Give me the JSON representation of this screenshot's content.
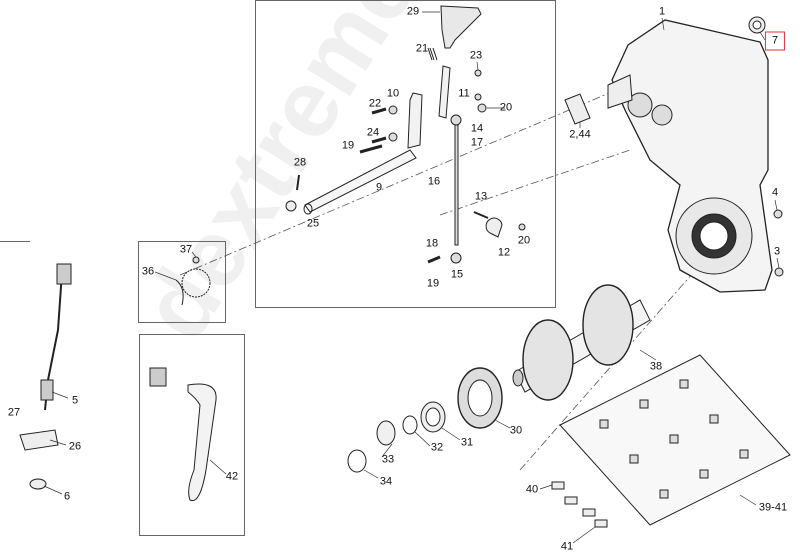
{
  "diagram": {
    "watermark": "dextremetife.r",
    "highlight_color": "#e0303a",
    "callouts": [
      {
        "id": "29",
        "text": "29"
      },
      {
        "id": "21",
        "text": "21"
      },
      {
        "id": "23",
        "text": "23"
      },
      {
        "id": "10",
        "text": "10"
      },
      {
        "id": "11",
        "text": "11"
      },
      {
        "id": "22",
        "text": "22"
      },
      {
        "id": "20a",
        "text": "20"
      },
      {
        "id": "24",
        "text": "24"
      },
      {
        "id": "14",
        "text": "14"
      },
      {
        "id": "17",
        "text": "17"
      },
      {
        "id": "19a",
        "text": "19"
      },
      {
        "id": "28",
        "text": "28"
      },
      {
        "id": "9",
        "text": "9"
      },
      {
        "id": "16",
        "text": "16"
      },
      {
        "id": "13",
        "text": "13"
      },
      {
        "id": "25",
        "text": "25"
      },
      {
        "id": "20b",
        "text": "20"
      },
      {
        "id": "12",
        "text": "12"
      },
      {
        "id": "18",
        "text": "18"
      },
      {
        "id": "15",
        "text": "15"
      },
      {
        "id": "19b",
        "text": "19"
      },
      {
        "id": "1",
        "text": "1"
      },
      {
        "id": "7",
        "text": "7",
        "highlighted": true
      },
      {
        "id": "2_44",
        "text": "2,44"
      },
      {
        "id": "4",
        "text": "4"
      },
      {
        "id": "3",
        "text": "3"
      },
      {
        "id": "37",
        "text": "37"
      },
      {
        "id": "36",
        "text": "36"
      },
      {
        "id": "38",
        "text": "38"
      },
      {
        "id": "5",
        "text": "5"
      },
      {
        "id": "27",
        "text": "27"
      },
      {
        "id": "26",
        "text": "26"
      },
      {
        "id": "6",
        "text": "6"
      },
      {
        "id": "42",
        "text": "42"
      },
      {
        "id": "30",
        "text": "30"
      },
      {
        "id": "31",
        "text": "31"
      },
      {
        "id": "32",
        "text": "32"
      },
      {
        "id": "33",
        "text": "33"
      },
      {
        "id": "34",
        "text": "34"
      },
      {
        "id": "40",
        "text": "40"
      },
      {
        "id": "41",
        "text": "41"
      },
      {
        "id": "39_41",
        "text": "39-41"
      }
    ]
  }
}
